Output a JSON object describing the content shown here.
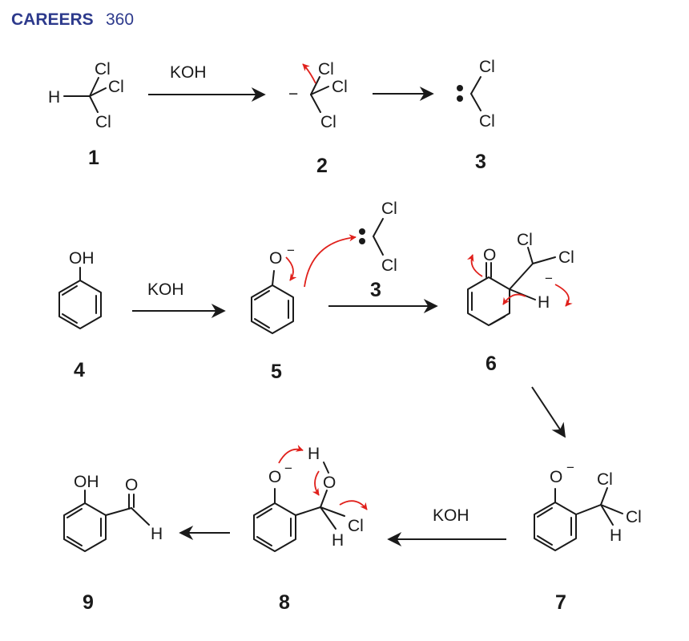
{
  "brand": {
    "name_bold": "CAREERS",
    "name_light": "360",
    "color_bold": "#2d3a8c",
    "color_light": "#2d3a8c"
  },
  "atoms": {
    "cl": "Cl",
    "h": "H",
    "o": "O",
    "oh": "OH",
    "minus": "−"
  },
  "reagents": {
    "koh": "KOH"
  },
  "labels": {
    "c1": "1",
    "c2": "2",
    "c3": "3",
    "c4": "4",
    "c5": "5",
    "c6": "6",
    "c7": "7",
    "c8": "8",
    "c9": "9"
  },
  "colors": {
    "arrow_red": "#e0201b",
    "ink": "#1a1a1a"
  }
}
